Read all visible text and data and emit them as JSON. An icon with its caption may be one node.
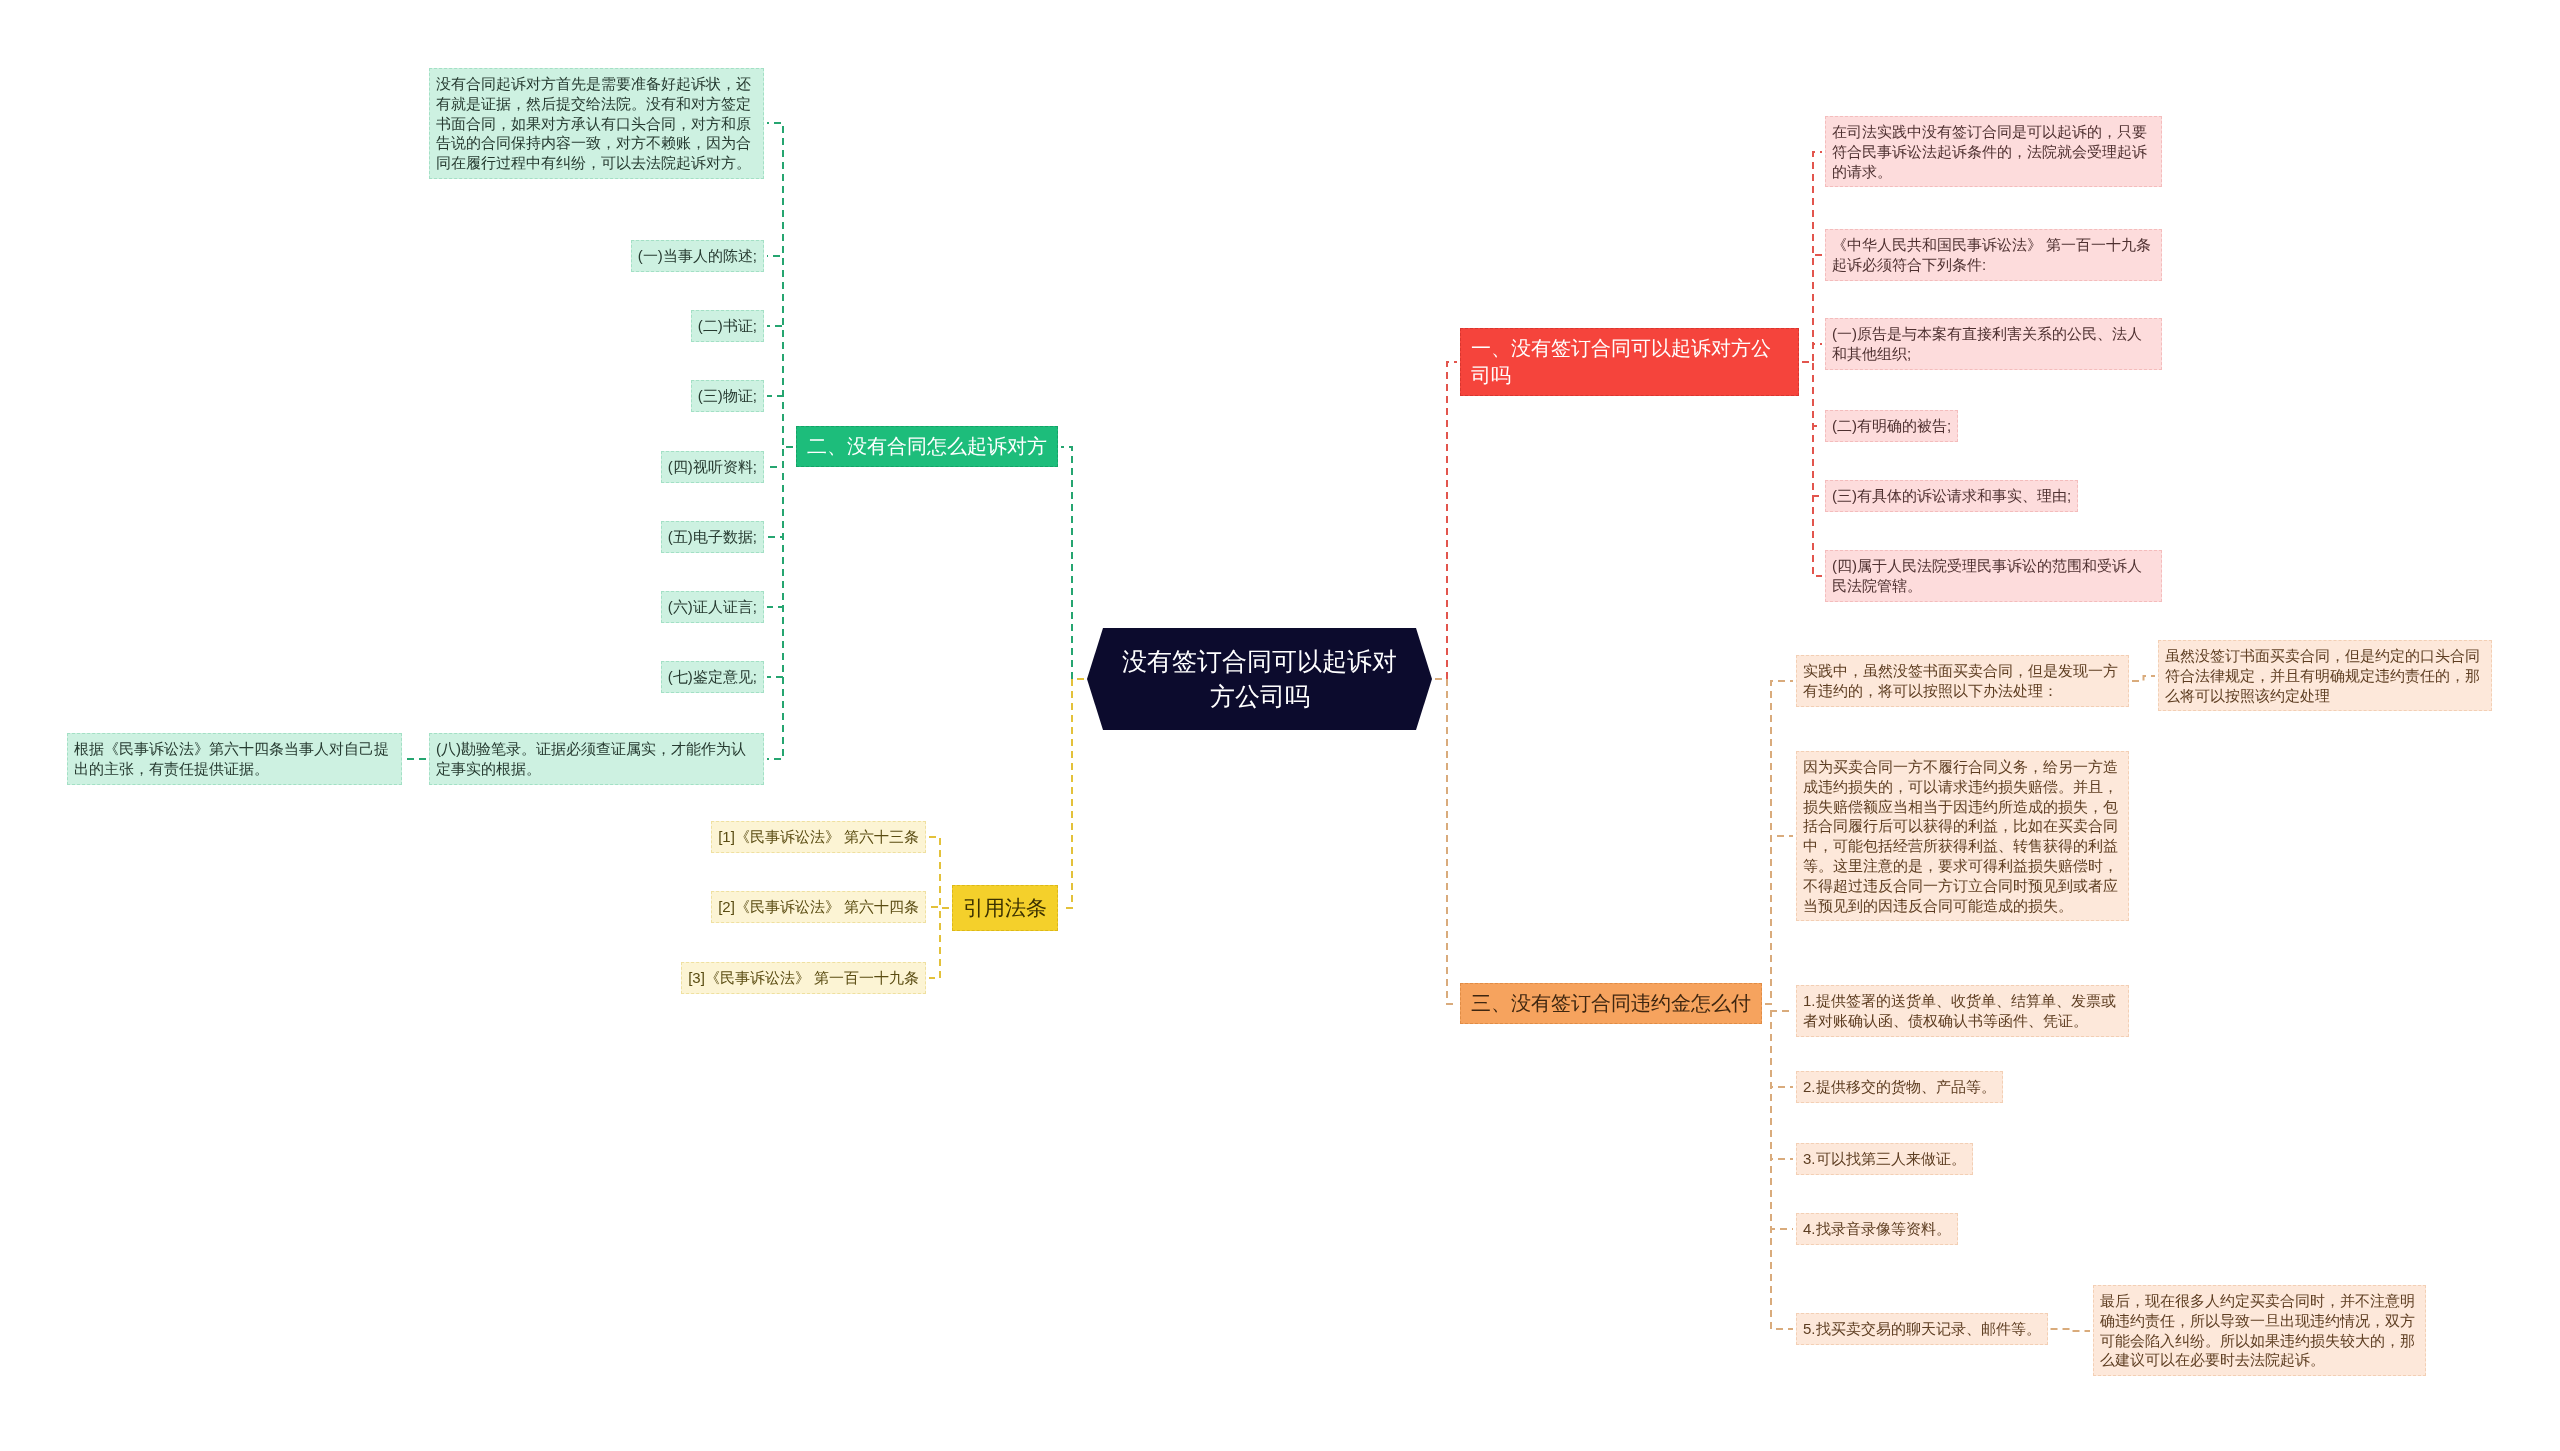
{
  "diagram": {
    "nodes": [
      {
        "text": [
          "没有签订合同可以起诉对方公司吗"
        ]
      },
      {
        "text": [
          "一、没有签订合同可以起诉对方公司吗"
        ]
      },
      {
        "text": [
          "在司法实践中没有签订合同是可以起诉的，只要符合民事诉讼法起诉条件的，法院就会受理起诉的请求。"
        ]
      },
      {
        "text": [
          "《中华人民共和国民事诉讼法》 第一百一十九条起诉必须符合下列条件:"
        ]
      },
      {
        "text": [
          "(一)原告是与本案有直接利害关系的公民、法人和其他组织;"
        ]
      },
      {
        "text": [
          "(二)有明确的被告;"
        ]
      },
      {
        "text": [
          "(三)有具体的诉讼请求和事实、理由;"
        ]
      },
      {
        "text": [
          "(四)属于人民法院受理民事诉讼的范围和受诉人民法院管辖。"
        ]
      },
      {
        "text": [
          "二、没有合同怎么起诉对方"
        ]
      },
      {
        "text": [
          "没有合同起诉对方首先是需要准备好起诉状，还有就是证据，然后提交给法院。没有和对方签定书面合同，如果对方承认有口头合同，对方和原告说的合同保持内容一致，对方不赖账，因为合同在履行过程中有纠纷，可以去法院起诉对方。"
        ]
      },
      {
        "text": [
          "(一)当事人的陈述;"
        ]
      },
      {
        "text": [
          "(二)书证;"
        ]
      },
      {
        "text": [
          "(三)物证;"
        ]
      },
      {
        "text": [
          "(四)视听资料;"
        ]
      },
      {
        "text": [
          "(五)电子数据;"
        ]
      },
      {
        "text": [
          "(六)证人证言;"
        ]
      },
      {
        "text": [
          "(七)鉴定意见;"
        ]
      },
      {
        "text": [
          "(八)勘验笔录。证据必须查证属实，才能作为认定事实的根据。"
        ]
      },
      {
        "text": [
          "根据《民事诉讼法》第六十四条当事人对自己提出的主张，有责任提供证据。"
        ]
      },
      {
        "text": [
          "引用法条"
        ]
      },
      {
        "text": [
          "[1]《民事诉讼法》 第六十三条"
        ]
      },
      {
        "text": [
          "[2]《民事诉讼法》 第六十四条"
        ]
      },
      {
        "text": [
          "[3]《民事诉讼法》 第一百一十九条"
        ]
      },
      {
        "text": [
          "三、没有签订合同违约金怎么付"
        ]
      },
      {
        "text": [
          "实践中，虽然没签书面买卖合同，但是发现一方有违约的，将可以按照以下办法处理："
        ]
      },
      {
        "text": [
          "虽然没签订书面买卖合同，但是约定的口头合同符合法律规定，并且有明确规定违约责任的，那么将可以按照该约定处理"
        ]
      },
      {
        "text": [
          "因为买卖合同一方不履行合同义务，给另一方造成违约损失的，可以请求违约损失赔偿。并且，损失赔偿额应当相当于因违约所造成的损失，包括合同履行后可以获得的利益，比如在买卖合同中，可能包括经营所获得利益、转售获得的利益等。这里注意的是，要求可得利益损失赔偿时，不得超过违反合同一方订立合同时预见到或者应当预见到的因违反合同可能造成的损失。"
        ]
      },
      {
        "text": [
          "1.提供签署的送货单、收货单、结算单、发票或者对账确认函、债权确认书等函件、凭证。"
        ]
      },
      {
        "text": [
          "2.提供移交的货物、产品等。"
        ]
      },
      {
        "text": [
          "3.可以找第三人来做证。"
        ]
      },
      {
        "text": [
          "4.找录音录像等资料。"
        ]
      },
      {
        "text": [
          "5.找买卖交易的聊天记录、邮件等。"
        ]
      },
      {
        "text": [
          "最后，现在很多人约定买卖合同时，并不注意明确违约责任，所以导致一旦出现违约情况，双方可能会陷入纠纷。所以如果违约损失较大的，那么建议可以在必要时去法院起诉。"
        ]
      }
    ],
    "edges": [
      {
        "from": 0,
        "to": 1,
        "arrow": "none",
        "color": "#e2554d"
      },
      {
        "from": 1,
        "to": 2,
        "arrow": "none",
        "color": "#e2554d"
      },
      {
        "from": 1,
        "to": 3,
        "arrow": "none",
        "color": "#e2554d"
      },
      {
        "from": 1,
        "to": 4,
        "arrow": "none",
        "color": "#e2554d"
      },
      {
        "from": 1,
        "to": 5,
        "arrow": "none",
        "color": "#e2554d"
      },
      {
        "from": 1,
        "to": 6,
        "arrow": "none",
        "color": "#e2554d"
      },
      {
        "from": 1,
        "to": 7,
        "arrow": "none",
        "color": "#e2554d"
      },
      {
        "from": 0,
        "to": 8,
        "arrow": "none",
        "color": "#25a570"
      },
      {
        "from": 8,
        "to": 9,
        "arrow": "none",
        "color": "#25a570"
      },
      {
        "from": 8,
        "to": 10,
        "arrow": "none",
        "color": "#25a570"
      },
      {
        "from": 8,
        "to": 11,
        "arrow": "none",
        "color": "#25a570"
      },
      {
        "from": 8,
        "to": 12,
        "arrow": "none",
        "color": "#25a570"
      },
      {
        "from": 8,
        "to": 13,
        "arrow": "none",
        "color": "#25a570"
      },
      {
        "from": 8,
        "to": 14,
        "arrow": "none",
        "color": "#25a570"
      },
      {
        "from": 8,
        "to": 15,
        "arrow": "none",
        "color": "#25a570"
      },
      {
        "from": 8,
        "to": 16,
        "arrow": "none",
        "color": "#25a570"
      },
      {
        "from": 8,
        "to": 17,
        "arrow": "none",
        "color": "#25a570"
      },
      {
        "from": 17,
        "to": 18,
        "arrow": "none",
        "color": "#25a570"
      },
      {
        "from": 0,
        "to": 19,
        "arrow": "none",
        "color": "#e3c13a"
      },
      {
        "from": 19,
        "to": 20,
        "arrow": "none",
        "color": "#e3c13a"
      },
      {
        "from": 19,
        "to": 21,
        "arrow": "none",
        "color": "#e3c13a"
      },
      {
        "from": 19,
        "to": 22,
        "arrow": "none",
        "color": "#e3c13a"
      },
      {
        "from": 0,
        "to": 23,
        "arrow": "none",
        "color": "#d9ab7c"
      },
      {
        "from": 23,
        "to": 24,
        "arrow": "none",
        "color": "#d9ab7c"
      },
      {
        "from": 24,
        "to": 25,
        "arrow": "none",
        "color": "#d9ab7c"
      },
      {
        "from": 23,
        "to": 26,
        "arrow": "none",
        "color": "#d9ab7c"
      },
      {
        "from": 23,
        "to": 27,
        "arrow": "none",
        "color": "#d9ab7c"
      },
      {
        "from": 23,
        "to": 28,
        "arrow": "none",
        "color": "#d9ab7c"
      },
      {
        "from": 23,
        "to": 29,
        "arrow": "none",
        "color": "#d9ab7c"
      },
      {
        "from": 23,
        "to": 30,
        "arrow": "none",
        "color": "#d9ab7c"
      },
      {
        "from": 23,
        "to": 31,
        "arrow": "none",
        "color": "#d9ab7c"
      },
      {
        "from": 31,
        "to": 32,
        "arrow": "none",
        "color": "#d9ab7c"
      }
    ]
  }
}
